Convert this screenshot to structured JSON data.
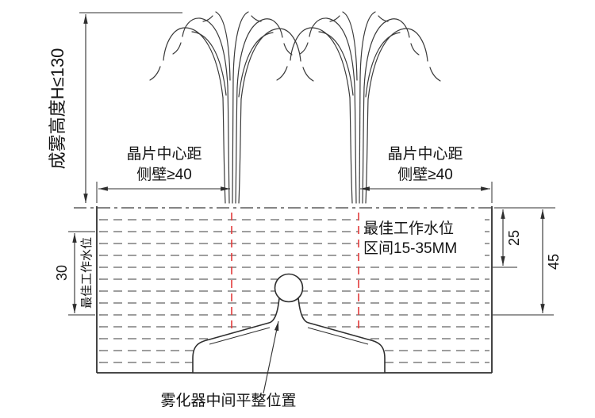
{
  "diagram": {
    "colors": {
      "line": "#2f2f2f",
      "red_marker": "#e23b3b",
      "background": "#ffffff"
    },
    "labels": {
      "mist_height": "成雾高度H≤130",
      "chip_left": {
        "line1": "晶片中心距",
        "line2": "侧壁≥40"
      },
      "chip_right": {
        "line1": "晶片中心距",
        "line2": "侧壁≥40"
      },
      "water_note": {
        "line1": "最佳工作水位",
        "line2": "区间15-35MM"
      },
      "left_water_label": "最佳工作水位",
      "dims": {
        "height_30": "30",
        "height_25": "25",
        "height_45": "45"
      },
      "atomizer_note": "雾化器中间平整位置"
    }
  }
}
